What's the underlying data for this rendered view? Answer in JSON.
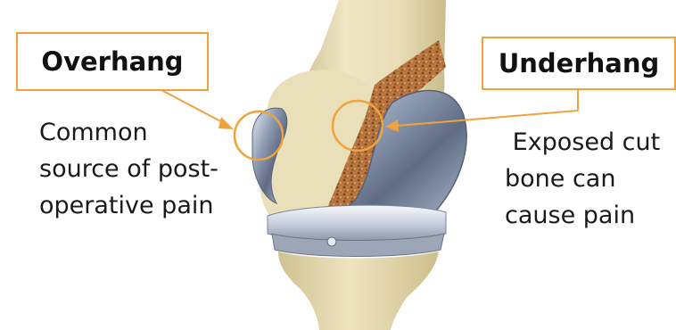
{
  "callouts": {
    "overhang": {
      "label": "Overhang",
      "description_lines": [
        "Common",
        "source of post-",
        "operative pain"
      ]
    },
    "underhang": {
      "label": "Underhang",
      "description_lines": [
        " Exposed cut",
        "bone can",
        "cause pain"
      ]
    }
  },
  "colors": {
    "accent": "#f0a23c",
    "bone": "#e7dcb4",
    "implant_metal": "#8e9bb0",
    "cut_bone": "#b0703a"
  },
  "icons": {
    "overhang_marker": "circle-marker-icon",
    "underhang_marker": "circle-marker-icon",
    "pointer": "arrow-icon"
  }
}
